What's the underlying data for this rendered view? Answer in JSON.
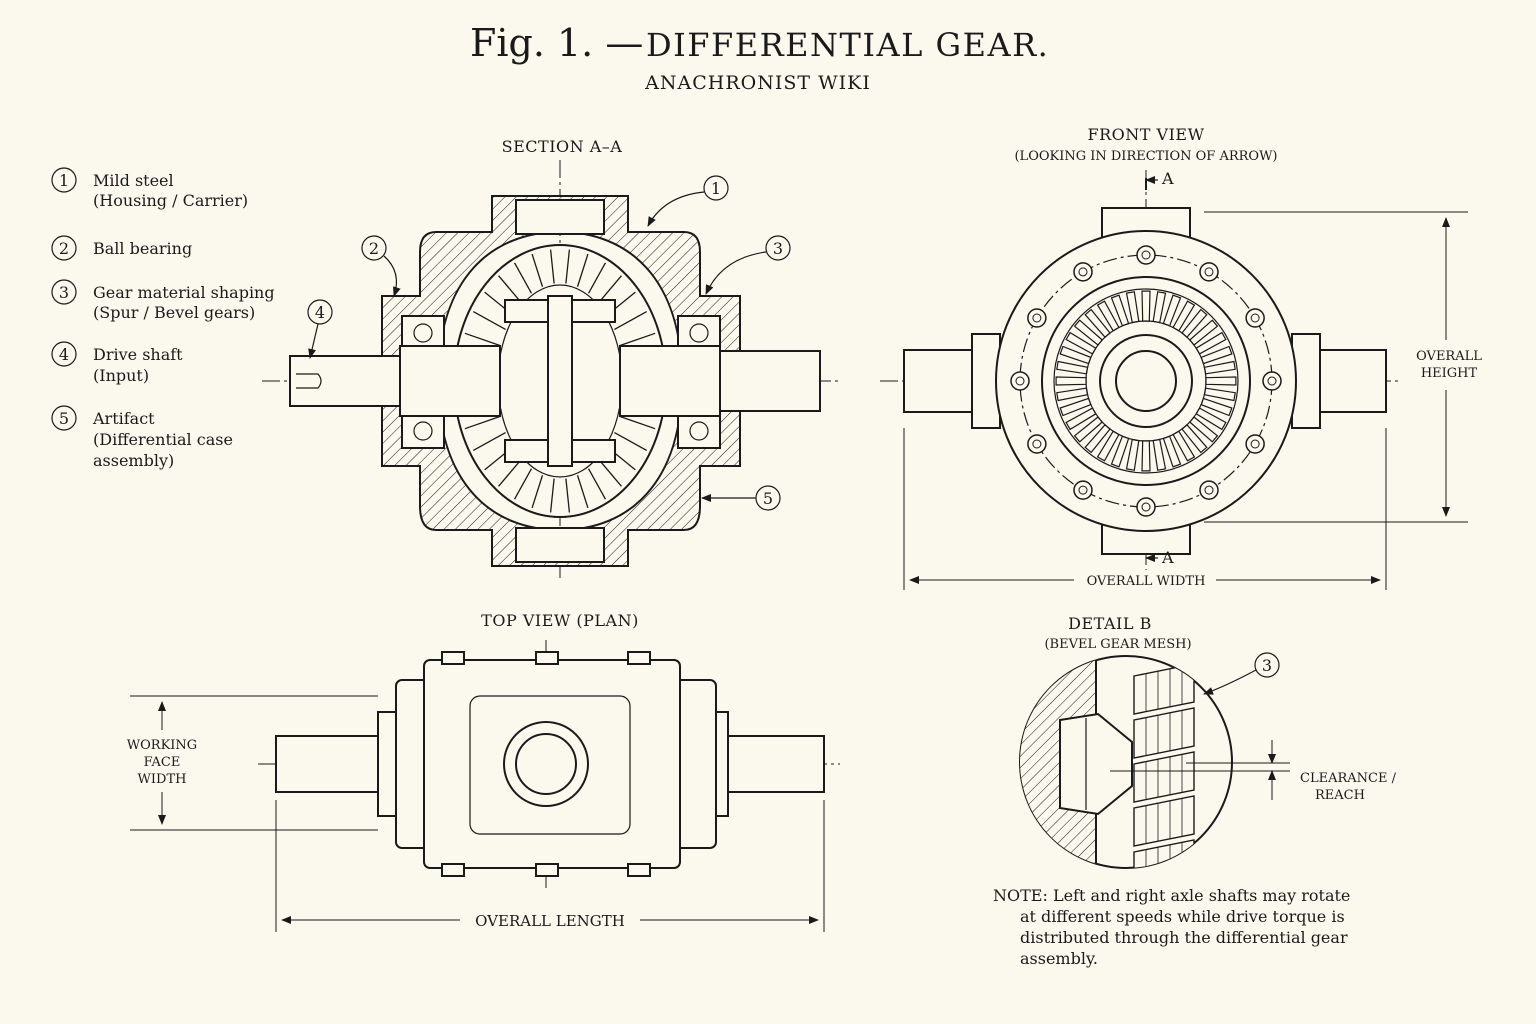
{
  "header": {
    "title_prefix": "Fig. 1. —",
    "title_main": "DIFFERENTIAL GEAR.",
    "subtitle": "ANACHRONIST WIKI"
  },
  "legend": [
    {
      "num": "1",
      "line1": "Mild steel",
      "line2": "(Housing / Carrier)"
    },
    {
      "num": "2",
      "line1": "Ball bearing",
      "line2": ""
    },
    {
      "num": "3",
      "line1": "Gear material shaping",
      "line2": "(Spur / Bevel gears)"
    },
    {
      "num": "4",
      "line1": "Drive shaft",
      "line2": "(Input)"
    },
    {
      "num": "5",
      "line1": "Artifact",
      "line2": "(Differential case",
      "line3": "assembly)"
    }
  ],
  "views": {
    "section": {
      "title": "SECTION A–A",
      "callouts": [
        "1",
        "2",
        "3",
        "4",
        "5"
      ]
    },
    "front": {
      "title": "FRONT VIEW",
      "subtitle": "(LOOKING IN DIRECTION OF ARROW)",
      "section_mark": "A",
      "dim_height_1": "OVERALL",
      "dim_height_2": "HEIGHT",
      "dim_width": "OVERALL WIDTH"
    },
    "top": {
      "title": "TOP VIEW (PLAN)",
      "dim_face_1": "WORKING",
      "dim_face_2": "FACE",
      "dim_face_3": "WIDTH",
      "dim_length": "OVERALL LENGTH"
    },
    "detail": {
      "title": "DETAIL B",
      "subtitle": "(BEVEL GEAR MESH)",
      "callout": "3",
      "dim_1": "CLEARANCE /",
      "dim_2": "REACH"
    }
  },
  "note": {
    "line1": "NOTE:  Left and right axle shafts may rotate",
    "line2": "at different speeds while drive torque is",
    "line3": "distributed through the differential gear",
    "line4": "assembly."
  },
  "colors": {
    "paper": "#fbf8ee",
    "ink": "#1a1a1a"
  }
}
